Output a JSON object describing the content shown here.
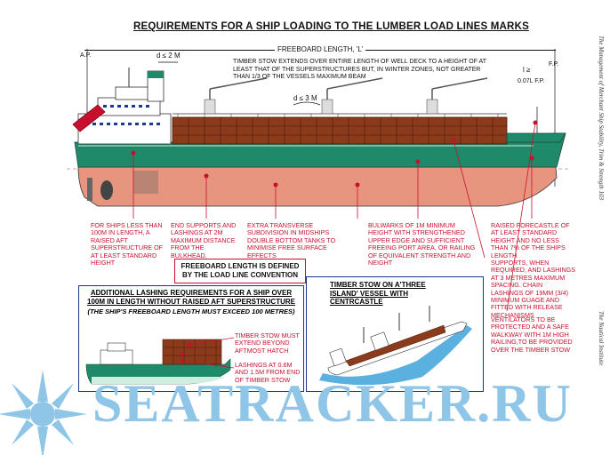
{
  "title": "REQUIREMENTS FOR A SHIP  LOADING TO THE LUMBER LOAD LINES MARKS",
  "freeboard_length_label": "FREEBOARD LENGTH, 'L'",
  "ap_label": "A.P.",
  "fp_label": "F.P.",
  "d2m_label": "d ≤ 2 M",
  "d3m_label": "d ≤ 3 M",
  "l_label": "l ≥",
  "fp_dist_label": "0.07L F.P.",
  "timber_stow_note": "TIMBER STOW EXTENDS OVER ENTIRE LENGTH OF WELL DECK TO A HEIGHT OF AT LEAST THAT OF THE SUPERSTRUCTURES BUT, IN WINTER ZONES, NOT GREATER THAN 1/3 OF THE VESSELS MAXIMUM BEAM",
  "notes": {
    "aft_superstructure": "FOR SHIPS LESS THAN 100M IN LENGTH, A RAISED AFT SUPERSTRUCTURE OF AT LEAST STANDARD HEIGHT",
    "end_supports": "END SUPPORTS AND LASHINGS AT 2M MAXIMUM DISTANCE FROM THE BULKHEAD.",
    "transverse": "EXTRA TRANSVERSE SUBDIVISION IN MIDSHIPS DOUBLE BOTTOM TANKS TO MINIMISE FREE SURFACE EFFECTS",
    "bulwarks": "BULWARKS OF 1M MINIMUM HEIGHT WITH STRENGTHENED UPPER EDGE AND SUFFICIENT FREEING PORT AREA, OR RAILING OF EQUIVALENT STRENGTH AND NEIGHT",
    "forecastle": "RAISED FORECASTLE OF AT LEAST STANDARD HEIGHT AND NO LESS THAN 7% OF THE SHIPS LENGTH",
    "supports": "SUPPORTS, WHEN REQUIRED, AND LASHINGS AT 3 METRES MAXIMUM SPACING. CHAIN LASHINGS OF 19mm (3/4) MINIMUM GUAGE AND FITTED WITH RELEASE MECHANISMS",
    "ventilators": "VENTILATORS TO BE PROTECTED AND A SAFE WALKWAY WITH 1M HIGH RAILING,TO BE PROVIDED OVER THE TIMBER STOW"
  },
  "freeboard_box": "FREEBOARD LENGTH IS DEFINED BY THE LOAD LINE CONVENTION",
  "panel_left": {
    "title": "ADDITIONAL LASHING REQUIREMENTS FOR A SHIP OVER 100M IN LENGTH WITHOUT RAISED AFT SUPERSTRUCTURE",
    "subtitle": "(THE SHIP'S FREEBOARD LENGTH MUST EXCEED 100 METRES)",
    "note_extend": "TIMBER STOW MUST EXTEND BEYOND AFTMOST HATCH",
    "note_lashings": "LASHINGS AT 0.6M AND 1.5M FROM END OF TIMBER STOW"
  },
  "panel_right": {
    "title": "TIMBER STOW ON A'THREE ISLAND' VESSEL WITH CENTRCASTLE"
  },
  "sidebar_text": "The Management of Merchant Ship Stability, Trim & Strength  103",
  "sidebar_publisher": "The Nautical Institute",
  "watermark": "SEATRACKER.RU",
  "colors": {
    "hull_green": "#1f8a6a",
    "hull_pink": "#e89580",
    "timber": "#8b3a1c",
    "annot_red": "#c8102e",
    "panel_blue": "#1a3b8c",
    "watermark": "#8fc5e6"
  }
}
